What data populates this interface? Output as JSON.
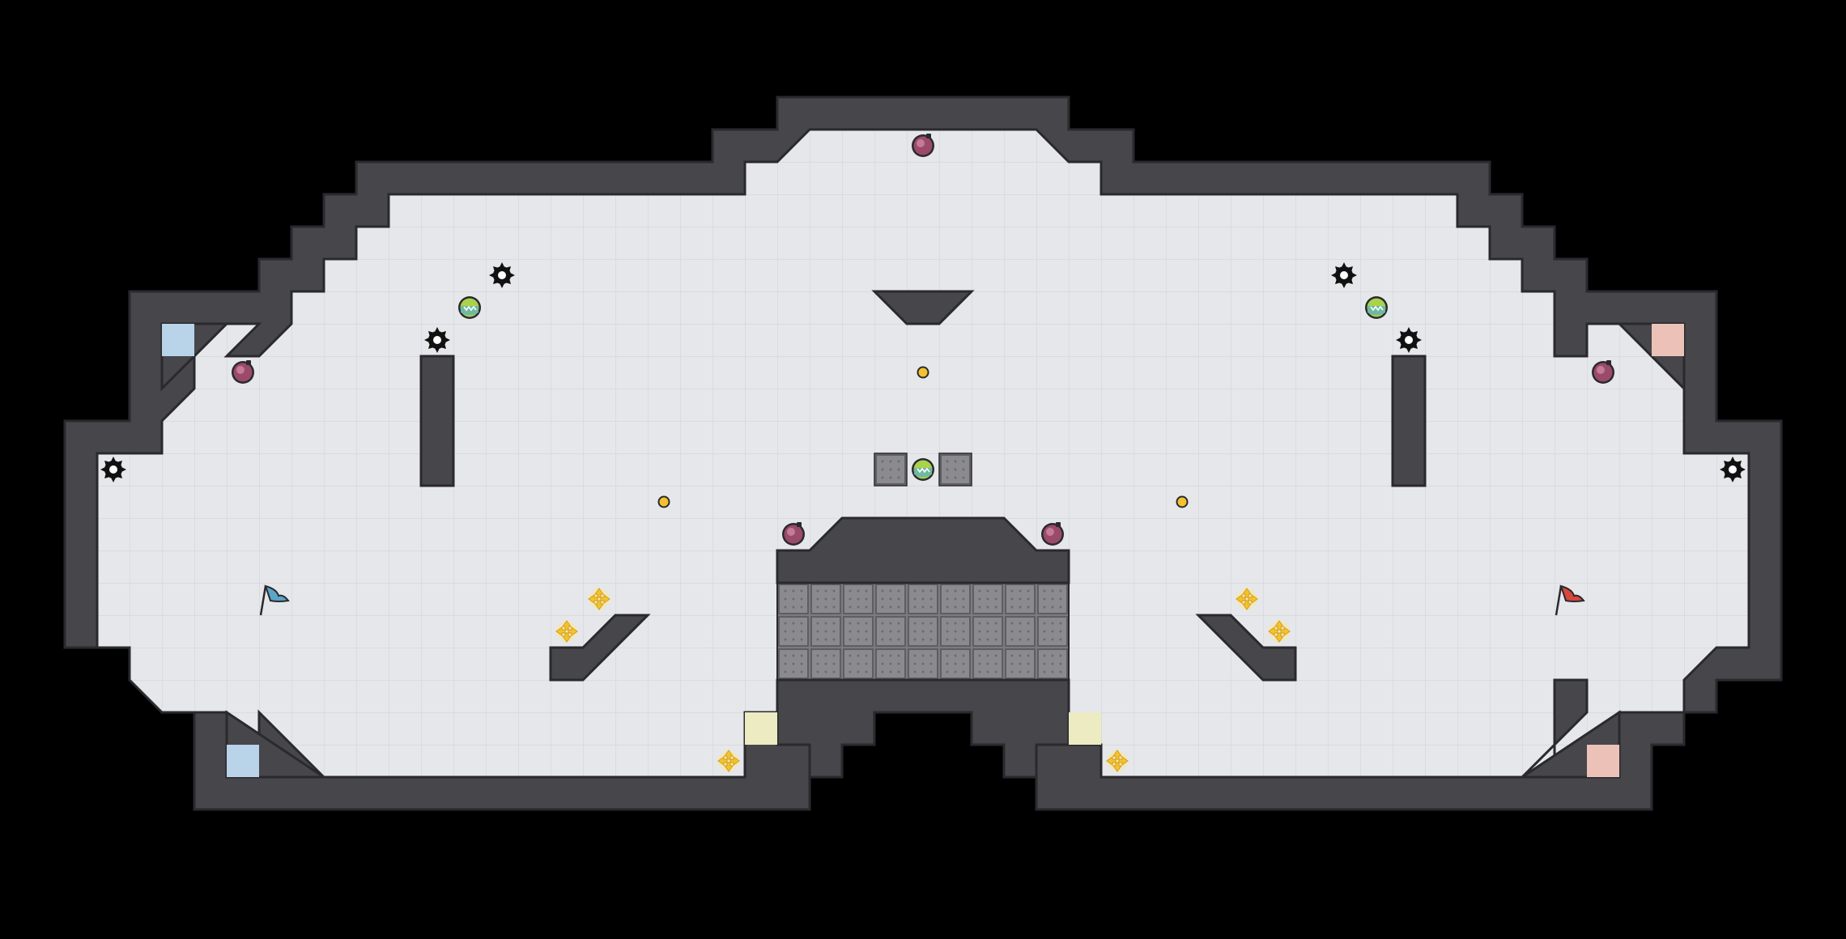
{
  "colors": {
    "background": "#000000",
    "floor": "#e6e7ea",
    "grid_line": "#d2d4d8",
    "wall": "#46464b",
    "wall_edge": "#2a2a2e",
    "gate": "#7c7c80",
    "blue_team": "#b9d3e8",
    "red_team": "#ecc2b8",
    "neutral_tile": "#ecebc2",
    "boost": "#f4c22e",
    "bomb": "#9a4a6a",
    "powerup": "#a9d34a",
    "spike": "#111111",
    "blue_flag": "#5aa5c8",
    "red_flag": "#d8463e"
  },
  "legend": {
    "flags": [
      "blue-flag",
      "red-flag"
    ],
    "hazards": [
      "spike-icon",
      "bomb-icon"
    ],
    "pickups": [
      "powerup-icon",
      "boost-icon",
      "small-boost-icon"
    ],
    "zones": [
      "blue-endzone-tile",
      "red-endzone-tile",
      "neutral-tile",
      "gate-tile"
    ]
  }
}
